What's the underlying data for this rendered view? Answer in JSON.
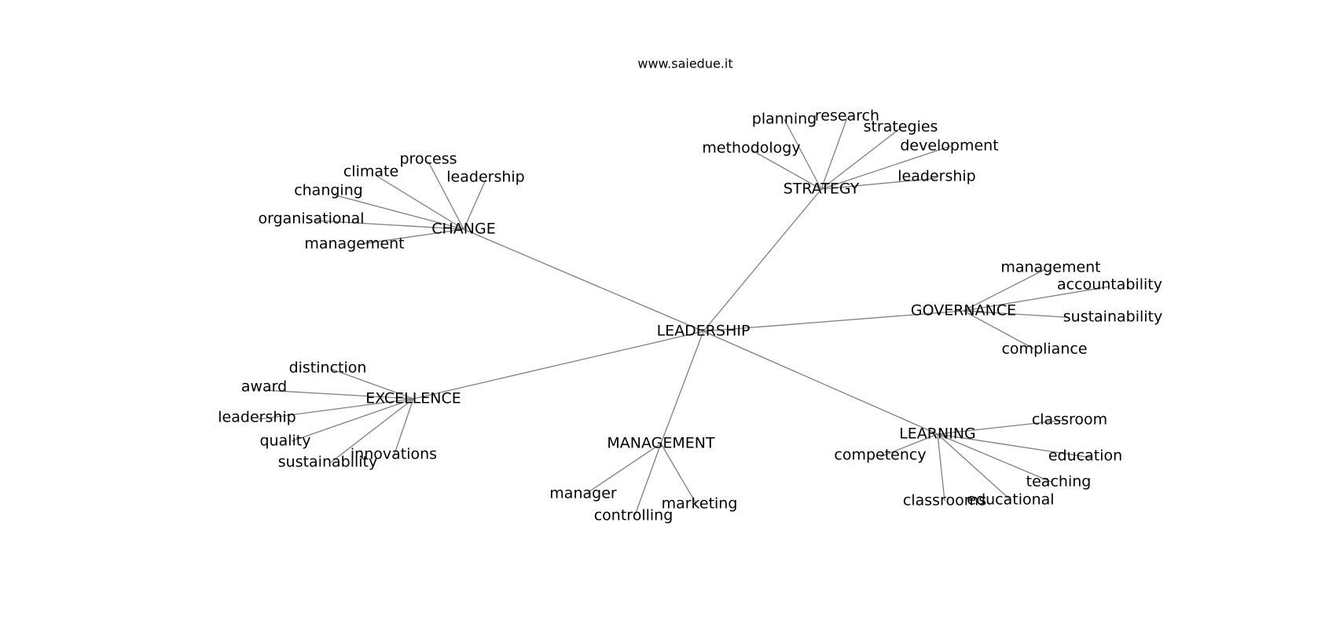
{
  "source": "www.saiedue.it",
  "center": "LEADERSHIP",
  "branches": [
    {
      "id": "change",
      "label": "CHANGE",
      "leaves": [
        "process",
        "leadership",
        "climate",
        "changing",
        "organisational",
        "management"
      ]
    },
    {
      "id": "strategy",
      "label": "STRATEGY",
      "leaves": [
        "planning",
        "research",
        "strategies",
        "methodology",
        "development",
        "leadership"
      ]
    },
    {
      "id": "governance",
      "label": "GOVERNANCE",
      "leaves": [
        "management",
        "accountability",
        "sustainability",
        "compliance"
      ]
    },
    {
      "id": "excellence",
      "label": "EXCELLENCE",
      "leaves": [
        "distinction",
        "award",
        "leadership",
        "quality",
        "innovations",
        "sustainability"
      ]
    },
    {
      "id": "management",
      "label": "MANAGEMENT",
      "leaves": [
        "manager",
        "controlling",
        "marketing"
      ]
    },
    {
      "id": "learning",
      "label": "LEARNING",
      "leaves": [
        "classroom",
        "competency",
        "education",
        "teaching",
        "classrooms",
        "educational"
      ]
    }
  ]
}
